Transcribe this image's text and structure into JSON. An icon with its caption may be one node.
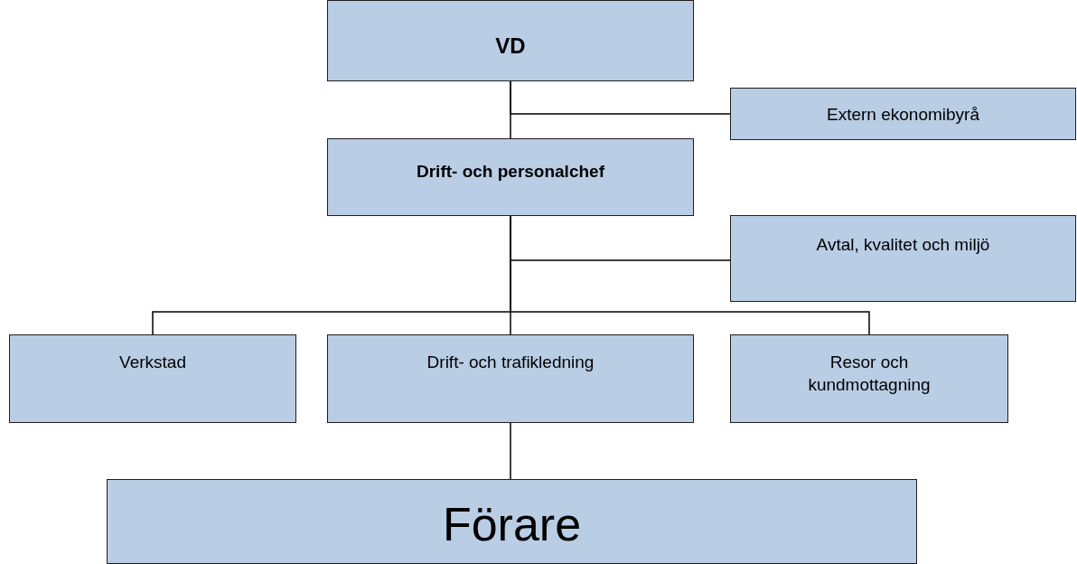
{
  "diagram": {
    "nodes": [
      {
        "text": [
          "VD"
        ]
      },
      {
        "text": [
          "Extern ekonomibyrå"
        ]
      },
      {
        "text": [
          "Drift- och personalchef"
        ]
      },
      {
        "text": [
          "Avtal, kvalitet och miljö"
        ]
      },
      {
        "text": [
          "Verkstad"
        ]
      },
      {
        "text": [
          "Drift- och trafikledning"
        ]
      },
      {
        "text": [
          "Resor och kundmottagning"
        ]
      },
      {
        "text": [
          "Förare"
        ]
      }
    ],
    "edges": [
      {
        "from": 0,
        "to": 2,
        "arrow": "none"
      },
      {
        "from": 0,
        "to": 1,
        "arrow": "none"
      },
      {
        "from": 2,
        "to": 3,
        "arrow": "none"
      },
      {
        "from": 2,
        "to": 4,
        "arrow": "none"
      },
      {
        "from": 2,
        "to": 5,
        "arrow": "none"
      },
      {
        "from": 2,
        "to": 6,
        "arrow": "none"
      },
      {
        "from": 5,
        "to": 7,
        "arrow": "none"
      }
    ]
  }
}
